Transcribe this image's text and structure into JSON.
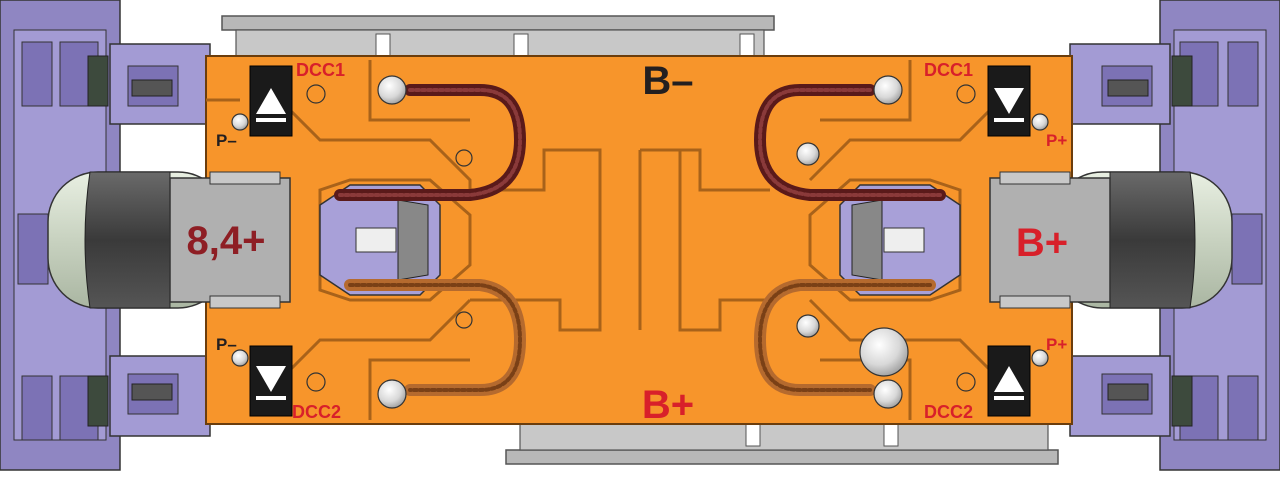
{
  "labels": {
    "b_minus": "B–",
    "b_plus_bottom": "B+",
    "b_plus_right": "B+",
    "v84_plus": "8,4+",
    "dcc1_left": "DCC1",
    "dcc1_right": "DCC1",
    "dcc2_left": "DCC2",
    "dcc2_right": "DCC2",
    "p_minus_top": "P–",
    "p_minus_bottom": "P–",
    "p_plus_top": "P+",
    "p_plus_bottom": "P+"
  },
  "colors": {
    "pcb": "#F7952B",
    "trace_outline": "#A8621A",
    "label_dark": "#231F20",
    "label_red": "#D8202A",
    "label_maroon": "#8E1E24",
    "connector_purple": "#9C92CC",
    "connector_dark": "#5F5690",
    "coil_dark": "#5A1A1A",
    "coil_light": "#B56A2E",
    "rail_grey": "#A7A7A7",
    "motor_green": "#D8E0D0"
  },
  "icons": {
    "diode": "diode-icon",
    "contact": "contact-pad-icon",
    "coil": "coil-wire-icon",
    "motor": "motor-icon"
  }
}
